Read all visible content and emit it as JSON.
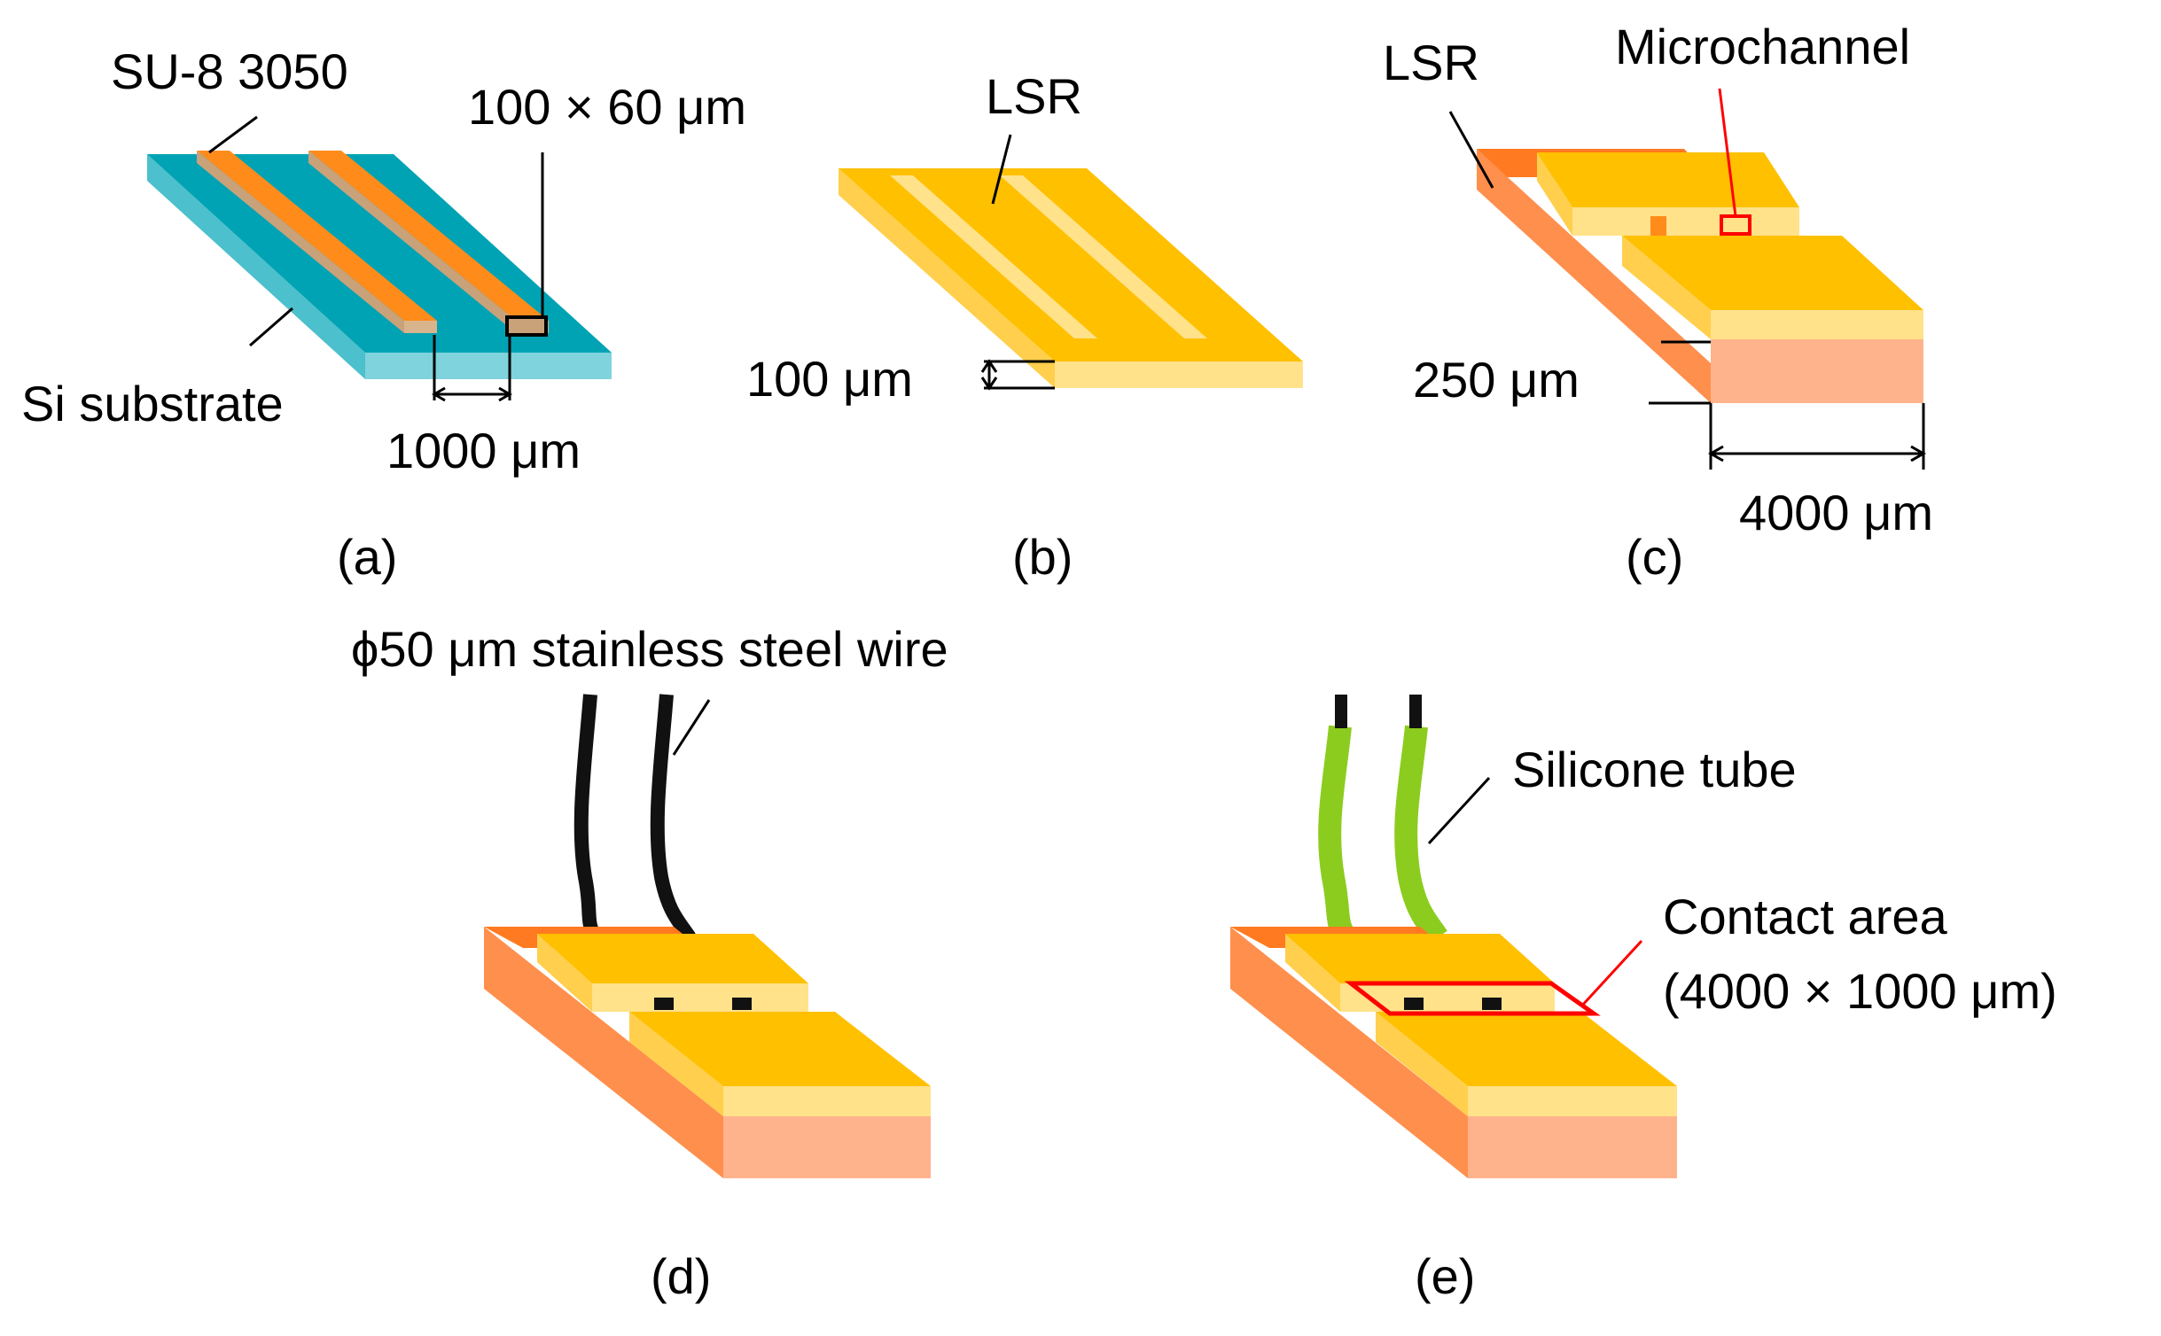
{
  "figure": {
    "panel_a": {
      "caption": "(a)",
      "su8_label": "SU-8 3050",
      "size_label": "100 × 60 μm",
      "substrate_label": "Si substrate",
      "pitch_label": "1000 μm"
    },
    "panel_b": {
      "caption": "(b)",
      "lsr_label": "LSR",
      "thickness_label": "100 μm"
    },
    "panel_c": {
      "caption": "(c)",
      "lsr_label": "LSR",
      "channel_label": "Microchannel",
      "thickness_label": "250 μm",
      "width_label": "4000 μm"
    },
    "panel_d": {
      "caption": "(d)",
      "wire_label": "ϕ50 μm stainless steel wire"
    },
    "panel_e": {
      "caption": "(e)",
      "tube_label": "Silicone tube",
      "contact_label": "Contact area",
      "contact_size_label": "(4000 × 1000 μm)"
    }
  },
  "colors": {
    "si_top": "#00a3b4",
    "si_front": "#7fd3dc",
    "si_side": "#4cc0cc",
    "su8": "#ff8c1a",
    "su8_side": "#c9a27a",
    "lsr_top": "#ffc000",
    "lsr_light": "#ffe28a",
    "base_top": "#ff7a20",
    "base_side": "#ff8f4d",
    "base_front": "#ffb38c",
    "wire": "#111111",
    "tube": "#8ccc1e",
    "highlight": "#ff0000"
  }
}
